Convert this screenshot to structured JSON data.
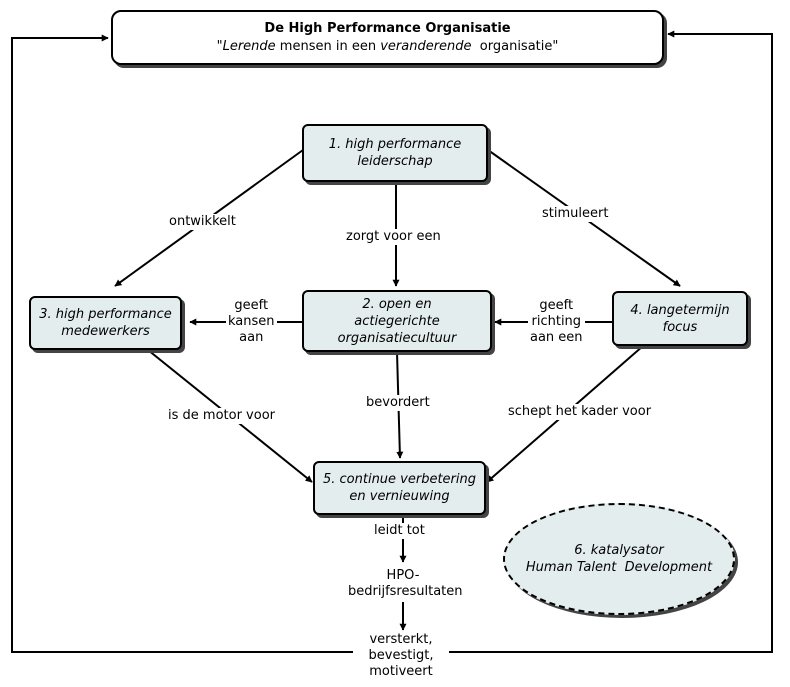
{
  "header": {
    "title": "De High Performance Organisatie",
    "subtitle_open": "\"",
    "subtitle_em1": "Lerende",
    "subtitle_mid": " mensen in een ",
    "subtitle_em2": "veranderende",
    "subtitle_end": "  organisatie\""
  },
  "nodes": {
    "n1": [
      "1. high performance",
      "leiderschap"
    ],
    "n2": [
      "2. open en",
      "actiegerichte",
      "organisatiecultuur"
    ],
    "n3": [
      "3. high performance",
      "medewerkers"
    ],
    "n4": [
      "4. langetermijn",
      "focus"
    ],
    "n5": [
      "5. continue verbetering",
      "en vernieuwing"
    ],
    "n6": [
      "6. katalysator",
      "Human Talent  Development"
    ]
  },
  "edges": {
    "ontwikkelt": "ontwikkelt",
    "zorgt": "zorgt voor een",
    "stimuleert": "stimuleert",
    "geeft_kansen": [
      "geeft",
      "kansen",
      "aan"
    ],
    "geeft_richting": [
      "geeft",
      "richting",
      "aan een"
    ],
    "motor": "is de motor voor",
    "bevordert": "bevordert",
    "kader": "schept het kader voor",
    "leidt": "leidt tot"
  },
  "results": {
    "hpo": [
      "HPO-",
      "bedrijfsresultaten"
    ],
    "effects": [
      "versterkt,",
      "bevestigt,",
      "motiveert"
    ]
  },
  "colors": {
    "box_fill": "#e3eded",
    "line": "#000000",
    "shadow": "#444444"
  }
}
